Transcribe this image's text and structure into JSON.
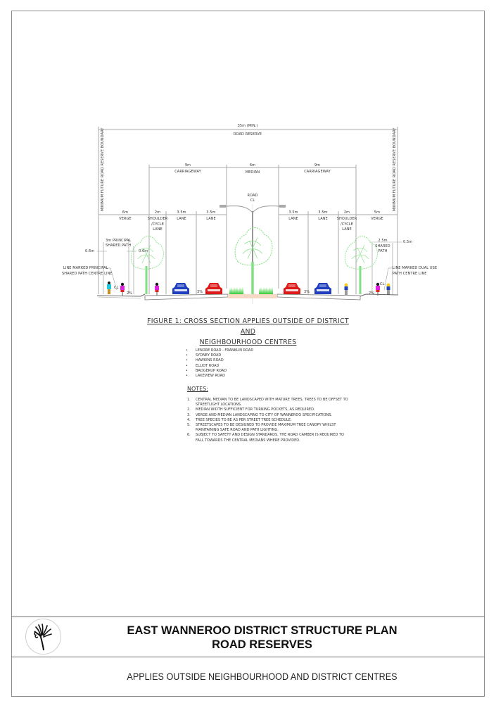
{
  "diagram": {
    "overall_dimension": "35m (MIN.)",
    "overall_label": "ROAD RESERVE",
    "boundary_label_left": "MINIMUM FUTURE ROAD RESERVE BOUNDARY",
    "boundary_label_right": "MINIMUM FUTURE ROAD RESERVE BOUNDARY",
    "carriageway_left": {
      "dim": "9m",
      "label": "CARRIAGEWAY"
    },
    "median": {
      "dim": "6m",
      "label": "MEDIAN"
    },
    "carriageway_right": {
      "dim": "9m",
      "label": "CARRIAGEWAY"
    },
    "road_cl": {
      "line1": "ROAD",
      "line2": "CL"
    },
    "left_segments": [
      {
        "dim": "6m",
        "label": "VERGE"
      },
      {
        "dim": "2m",
        "label": "SHOULDER",
        "label2": "/CYCLE",
        "label3": "LANE"
      },
      {
        "dim": "3.5m",
        "label": "LANE"
      },
      {
        "dim": "3.5m",
        "label": "LANE"
      }
    ],
    "right_segments": [
      {
        "dim": "3.5m",
        "label": "LANE"
      },
      {
        "dim": "3.5m",
        "label": "LANE"
      },
      {
        "dim": "2m",
        "label": "SHOULDER",
        "label2": "/CYCLE",
        "label3": "LANE"
      },
      {
        "dim": "5m",
        "label": "VERGE"
      }
    ],
    "left_path": {
      "dim_line1": "3m PRINCIPAL",
      "dim_line2": "SHARED PATH",
      "offset_outer": "0.6m",
      "offset_inner": "0.6m",
      "centre_line1": "LINE MARKED PRINCIPAL",
      "centre_line2": "SHARED PATH CENTRE LINE",
      "cl": "CL",
      "fall": "2%"
    },
    "right_path": {
      "dim_line1": "2.5m",
      "dim_line2": "SHARED",
      "dim_line3": "PATH",
      "offset_outer": "0.5m",
      "centre_line1": "LINE MARKED DUAL USE",
      "centre_line2": "PATH CENTRE LINE",
      "cl": "CL",
      "fall": "2%"
    },
    "road_fall_left": "3%",
    "road_fall_right": "3%",
    "colors": {
      "linework": "#9a9a9a",
      "tree": "#7fe07f",
      "grass": "#33cc33",
      "car_blue": "#1f3fbf",
      "car_red": "#dd1a1a",
      "median_fill": "#f6d9c4",
      "cyclist_magenta": "#e020e0",
      "pedestrian_cyan": "#20c8e0"
    }
  },
  "figure": {
    "title_line1": "FIGURE 1: CROSS SECTION APPLIES OUTSIDE OF DISTRICT AND",
    "title_line2": "NEIGHBOURHOOD CENTRES"
  },
  "roads": [
    "LENORE ROAD - FRANKLIN ROAD",
    "SYDNEY ROAD",
    "HAWKINS ROAD",
    "ELLIOT ROAD",
    "BADGERUP ROAD",
    "LAKEVIEW ROAD"
  ],
  "notes": {
    "heading": "NOTES:",
    "items": [
      {
        "n": "1.",
        "text": "CENTRAL MEDIAN TO BE LANDSCAPED WITH MATURE TREES, TREES TO BE OFFSET TO STREETLIGHT LOCATIONS."
      },
      {
        "n": "2.",
        "text": "MEDIAN WIDTH SUFFICIENT FOR TURNING POCKETS, AS REQUIRED."
      },
      {
        "n": "3.",
        "text": "VERGE AND MEDIAN LANDSCAPING TO CITY OF WANNEROO SPECIFICATIONS."
      },
      {
        "n": "4.",
        "text": "TREE SPECIES TO BE AS PER STREET TREE SCHEDULE."
      },
      {
        "n": "5.",
        "text": "STREETSCAPES TO BE DESIGNED TO PROVIDE MAXIMUM TREE CANOPY WHILST MAINTAINING SAFE ROAD AND PATH LIGHTING."
      },
      {
        "n": "6.",
        "text": "SUBJECT TO SAFETY AND DESIGN STANDARDS, THE ROAD CAMBER IS REQUIRED TO FALL TOWARDS THE CENTRAL MEDIANS WHERE PROVIDED."
      }
    ]
  },
  "title_block": {
    "logo": "kangaroo-paw-logo-icon",
    "title_line1": "EAST WANNEROO DISTRICT STRUCTURE PLAN",
    "title_line2": "ROAD RESERVES",
    "subtitle": "APPLIES OUTSIDE NEIGHBOURHOOD AND DISTRICT CENTRES"
  }
}
